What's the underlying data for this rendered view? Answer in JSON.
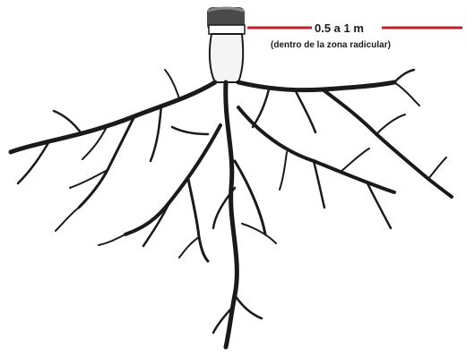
{
  "annotation": {
    "distance_label": "0.5 a 1 m",
    "zone_note": "(dentro de la zona radicular)",
    "line_color": "#c0202a"
  },
  "illustration": {
    "subject": "tree-root-system",
    "ink_color": "#1a1a1a"
  }
}
